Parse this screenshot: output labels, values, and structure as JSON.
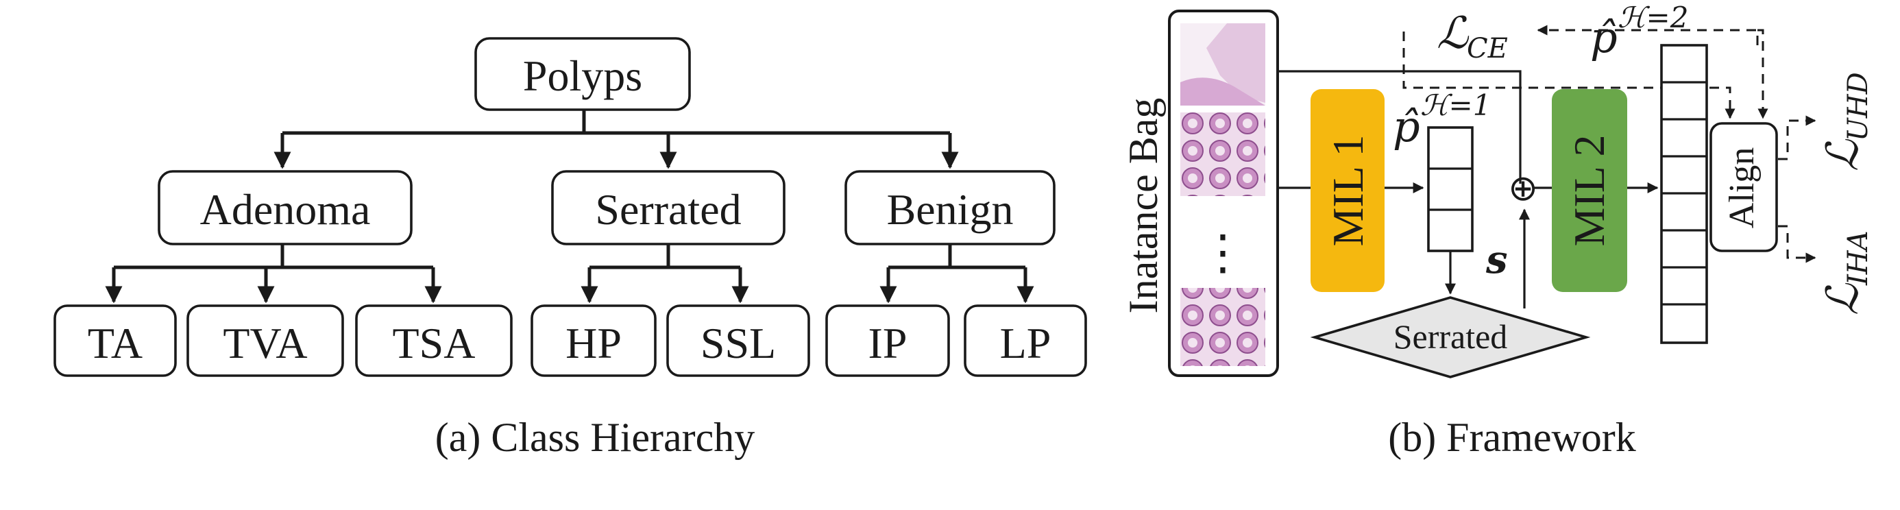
{
  "panel_a": {
    "caption": "(a) Class Hierarchy",
    "root": "Polyps",
    "groups": [
      "Adenoma",
      "Serrated",
      "Benign"
    ],
    "leaves": [
      "TA",
      "TVA",
      "TSA",
      "HP",
      "SSL",
      "IP",
      "LP"
    ]
  },
  "panel_b": {
    "caption": "(b) Framework",
    "bag_label": "Inatance Bag",
    "ellipsis": "⋮",
    "mil1": "MIL 1",
    "mil2": "MIL 2",
    "serrated": "Serrated",
    "align": "Align",
    "s_label": "s",
    "p1": "p̂",
    "p1_sup": "ℋ=1",
    "p2": "p̂",
    "p2_sup": "ℋ=2",
    "l_ce": "ℒ",
    "l_ce_sub": "CE",
    "l_uhd": "ℒ",
    "l_uhd_sub": "UHD",
    "l_iha": "ℒ",
    "l_iha_sub": "IHA",
    "plus": "⊕",
    "colors": {
      "mil1": "#f5b80f",
      "mil2": "#6aa74a",
      "serrated": "#e6e6e6",
      "tissue_bg": "#f3e6f1",
      "tissue_cell": "#c98fc3",
      "tissue_edge": "#8e4e8e"
    }
  }
}
